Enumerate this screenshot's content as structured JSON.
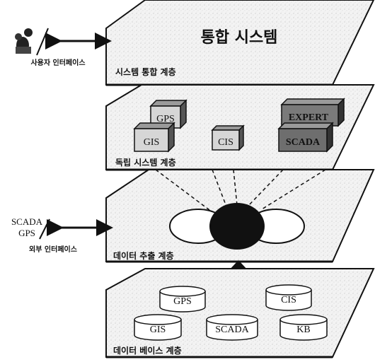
{
  "layers": {
    "integration": {
      "title": "통합 시스템",
      "label": "시스템 통합 계층"
    },
    "independent": {
      "label": "독립 시스템 계층",
      "systems": {
        "gps": "GPS",
        "expert": "EXPERT",
        "gis": "GIS",
        "cis": "CIS",
        "scada": "SCADA"
      }
    },
    "extraction": {
      "label": "데이터 추출 계층"
    },
    "database": {
      "label": "데이터 베이스 계층",
      "dbs": {
        "gps": "GPS",
        "cis": "CIS",
        "gis": "GIS",
        "scada": "SCADA",
        "kb": "KB"
      }
    }
  },
  "user_interface": {
    "label": "사용자 인터페이스"
  },
  "external_interface": {
    "label": "외부 인터페이스",
    "sources_line1": "SCADA",
    "sources_line2": "GPS"
  },
  "colors": {
    "layer_fill": "#f2f2f2",
    "ink": "#111111",
    "box_fill": "#d6d6d6",
    "box_dark": "#4a4a4a"
  }
}
